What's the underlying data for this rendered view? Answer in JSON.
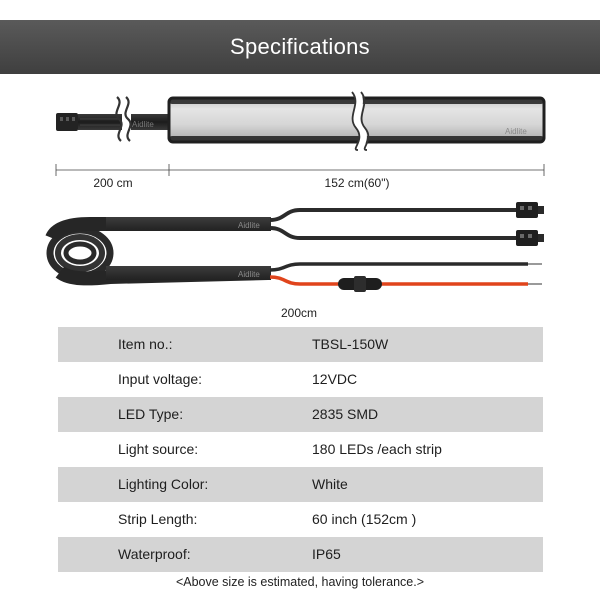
{
  "header": {
    "title": "Specifications"
  },
  "diagram": {
    "brand_mark": "Aidlite",
    "dim_left": "200 cm",
    "dim_right": "152 cm(60\")",
    "dim_lower": "200cm"
  },
  "specs": [
    {
      "label": "Item no.:",
      "value": "TBSL-150W"
    },
    {
      "label": "Input voltage:",
      "value": "12VDC"
    },
    {
      "label": "LED Type:",
      "value": "2835 SMD"
    },
    {
      "label": "Light source:",
      "value": "180 LEDs /each strip"
    },
    {
      "label": "Lighting Color:",
      "value": "White"
    },
    {
      "label": "Strip Length:",
      "value": "60 inch (152cm )"
    },
    {
      "label": "Waterproof:",
      "value": "IP65"
    }
  ],
  "footnote": "<Above size is estimated, having tolerance.>",
  "colors": {
    "banner": "#4a4a4a",
    "row_shade": "#d4d4d4",
    "cable_red": "#e0441c",
    "cable_black": "#2b2b2b"
  }
}
